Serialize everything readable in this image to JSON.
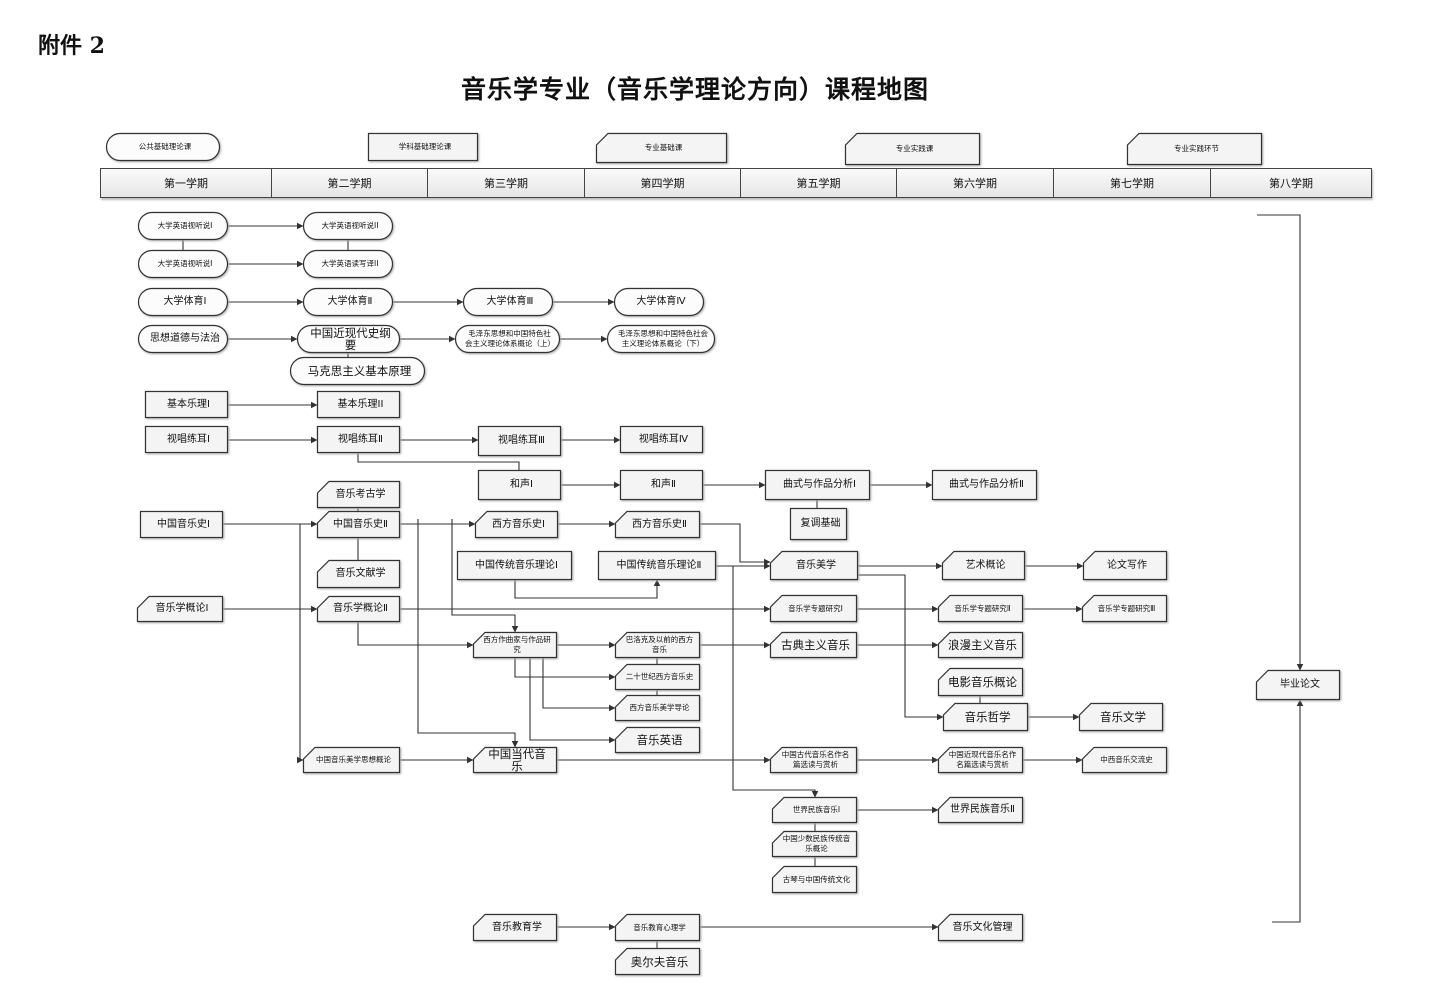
{
  "header": {
    "attachment": "附件 2",
    "title": "音乐学专业（音乐学理论方向）课程地图"
  },
  "legend": [
    {
      "id": "lg1",
      "label": "公共基础理论课",
      "type": "pill"
    },
    {
      "id": "lg2",
      "label": "学科基础理论课",
      "type": "rect"
    },
    {
      "id": "lg3",
      "label": "专业基础课",
      "type": "clip"
    },
    {
      "id": "lg4",
      "label": "专业实践课",
      "type": "clip"
    },
    {
      "id": "lg5",
      "label": "专业实践环节",
      "type": "clip"
    }
  ],
  "semesters": [
    "第一学期",
    "第二学期",
    "第三学期",
    "第四学期",
    "第五学期",
    "第六学期",
    "第七学期",
    "第八学期"
  ],
  "nodes": [
    {
      "id": "e1",
      "label": "大学英语视听说I",
      "type": "pill"
    },
    {
      "id": "e2",
      "label": "大学英语视听说II",
      "type": "pill"
    },
    {
      "id": "e3",
      "label": "大学英语视听说I",
      "type": "pill"
    },
    {
      "id": "e4",
      "label": "大学英语读写译II",
      "type": "pill"
    },
    {
      "id": "p1",
      "label": "大学体育I",
      "type": "pill"
    },
    {
      "id": "p2",
      "label": "大学体育Ⅱ",
      "type": "pill"
    },
    {
      "id": "p3",
      "label": "大学体育Ⅲ",
      "type": "pill"
    },
    {
      "id": "p4",
      "label": "大学体育Ⅳ",
      "type": "pill"
    },
    {
      "id": "s1",
      "label": "思想道德与法治",
      "type": "pill"
    },
    {
      "id": "s2",
      "label": "中国近现代史纲要",
      "type": "pill"
    },
    {
      "id": "s3",
      "label": "毛泽东思想和中国特色社会主义理论体系概论（上）",
      "type": "pill"
    },
    {
      "id": "s4",
      "label": "毛泽东思想和中国特色社会主义理论体系概论（下）",
      "type": "pill"
    },
    {
      "id": "s5",
      "label": "马克思主义基本原理",
      "type": "pill"
    },
    {
      "id": "b1",
      "label": "基本乐理I",
      "type": "rect"
    },
    {
      "id": "b2",
      "label": "基本乐理II",
      "type": "rect"
    },
    {
      "id": "v1",
      "label": "视唱练耳Ⅰ",
      "type": "rect"
    },
    {
      "id": "v2",
      "label": "视唱练耳Ⅱ",
      "type": "rect"
    },
    {
      "id": "v3",
      "label": "视唱练耳Ⅲ",
      "type": "rect"
    },
    {
      "id": "v4",
      "label": "视唱练耳Ⅳ",
      "type": "rect"
    },
    {
      "id": "h1",
      "label": "和声I",
      "type": "rect"
    },
    {
      "id": "h2",
      "label": "和声Ⅱ",
      "type": "rect"
    },
    {
      "id": "q1",
      "label": "曲式与作品分析Ⅰ",
      "type": "rect"
    },
    {
      "id": "q2",
      "label": "曲式与作品分析Ⅱ",
      "type": "rect"
    },
    {
      "id": "f1",
      "label": "复调基础",
      "type": "rect"
    },
    {
      "id": "ar",
      "label": "音乐考古学",
      "type": "clip"
    },
    {
      "id": "ch1",
      "label": "中国音乐史Ⅰ",
      "type": "rect"
    },
    {
      "id": "ch2",
      "label": "中国音乐史Ⅱ",
      "type": "clip"
    },
    {
      "id": "w1",
      "label": "西方音乐史Ⅰ",
      "type": "clip"
    },
    {
      "id": "w2",
      "label": "西方音乐史Ⅱ",
      "type": "clip"
    },
    {
      "id": "wx",
      "label": "音乐文献学",
      "type": "clip"
    },
    {
      "id": "ct1",
      "label": "中国传统音乐理论Ⅰ",
      "type": "rect"
    },
    {
      "id": "ct2",
      "label": "中国传统音乐理论Ⅱ",
      "type": "rect"
    },
    {
      "id": "aes",
      "label": "音乐美学",
      "type": "clip"
    },
    {
      "id": "art",
      "label": "艺术概论",
      "type": "clip"
    },
    {
      "id": "lw",
      "label": "论文写作",
      "type": "clip"
    },
    {
      "id": "m1",
      "label": "音乐学概论Ⅰ",
      "type": "clip"
    },
    {
      "id": "m2",
      "label": "音乐学概论Ⅱ",
      "type": "clip"
    },
    {
      "id": "r1",
      "label": "音乐学专题研究Ⅰ",
      "type": "clip"
    },
    {
      "id": "r2",
      "label": "音乐学专题研究Ⅱ",
      "type": "clip"
    },
    {
      "id": "r3",
      "label": "音乐学专题研究Ⅲ",
      "type": "clip"
    },
    {
      "id": "wc",
      "label": "西方作曲家与作品研究",
      "type": "clip"
    },
    {
      "id": "bq",
      "label": "巴洛克及以前的西方音乐",
      "type": "clip"
    },
    {
      "id": "cl",
      "label": "古典主义音乐",
      "type": "clip"
    },
    {
      "id": "rm",
      "label": "浪漫主义音乐",
      "type": "clip"
    },
    {
      "id": "c20",
      "label": "二十世纪西方音乐史",
      "type": "clip"
    },
    {
      "id": "fm",
      "label": "电影音乐概论",
      "type": "clip"
    },
    {
      "id": "wa",
      "label": "西方音乐美学导论",
      "type": "clip"
    },
    {
      "id": "ph",
      "label": "音乐哲学",
      "type": "clip"
    },
    {
      "id": "lit",
      "label": "音乐文学",
      "type": "clip"
    },
    {
      "id": "en",
      "label": "音乐英语",
      "type": "clip"
    },
    {
      "id": "cam",
      "label": "中国音乐美学思想概论",
      "type": "clip"
    },
    {
      "id": "cc",
      "label": "中国当代音乐",
      "type": "clip"
    },
    {
      "id": "ca",
      "label": "中国古代音乐名作名篇选读与赏析",
      "type": "clip"
    },
    {
      "id": "cm",
      "label": "中国近现代音乐名作名篇选读与赏析",
      "type": "clip"
    },
    {
      "id": "cw",
      "label": "中西音乐交流史",
      "type": "clip"
    },
    {
      "id": "wm1",
      "label": "世界民族音乐Ⅰ",
      "type": "clip"
    },
    {
      "id": "wm2",
      "label": "世界民族音乐Ⅱ",
      "type": "clip"
    },
    {
      "id": "mn",
      "label": "中国少数民族传统音乐概论",
      "type": "clip"
    },
    {
      "id": "gq",
      "label": "古琴与中国传统文化",
      "type": "clip"
    },
    {
      "id": "ed",
      "label": "音乐教育学",
      "type": "clip"
    },
    {
      "id": "ep",
      "label": "音乐教育心理学",
      "type": "clip"
    },
    {
      "id": "orf",
      "label": "奥尔夫音乐",
      "type": "clip"
    },
    {
      "id": "mg",
      "label": "音乐文化管理",
      "type": "clip"
    },
    {
      "id": "thesis",
      "label": "毕业论文",
      "type": "clip"
    }
  ]
}
